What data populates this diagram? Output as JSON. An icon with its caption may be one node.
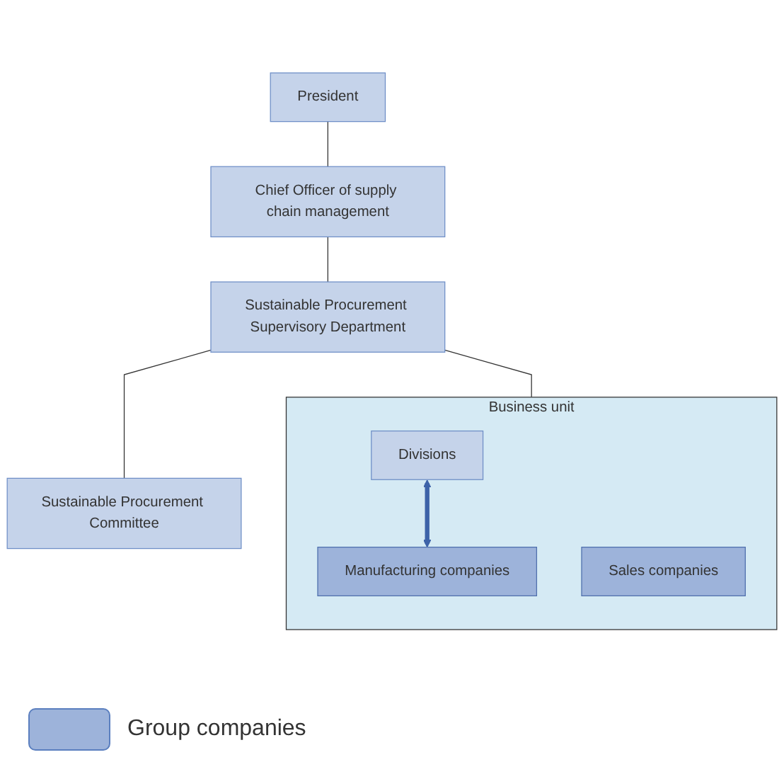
{
  "diagram": {
    "nodes": [
      {
        "text": [
          "President"
        ]
      },
      {
        "text": [
          "Chief Officer of supply chain management"
        ]
      },
      {
        "text": [
          "Sustainable Procurement Supervisory Department"
        ]
      },
      {
        "text": [
          "Sustainable Procurement Committee"
        ]
      },
      {
        "text": [
          "Business unit"
        ]
      },
      {
        "text": [
          "Divisions"
        ],
        "in": 4
      },
      {
        "text": [
          "Manufacturing companies"
        ],
        "in": 4
      },
      {
        "text": [
          "Sales companies"
        ],
        "in": 4
      }
    ],
    "edges": [
      {
        "from": 0,
        "to": 1,
        "arrow": "none"
      },
      {
        "from": 1,
        "to": 2,
        "arrow": "none"
      },
      {
        "from": 2,
        "to": 3,
        "arrow": "none"
      },
      {
        "from": 2,
        "to": 4,
        "arrow": "none"
      },
      {
        "from": 5,
        "to": 6,
        "arrow": "both",
        "style": "thick",
        "color": "#3d62a8"
      }
    ],
    "legend": [
      {
        "text": "Group companies",
        "color": "#9db3da"
      }
    ]
  }
}
